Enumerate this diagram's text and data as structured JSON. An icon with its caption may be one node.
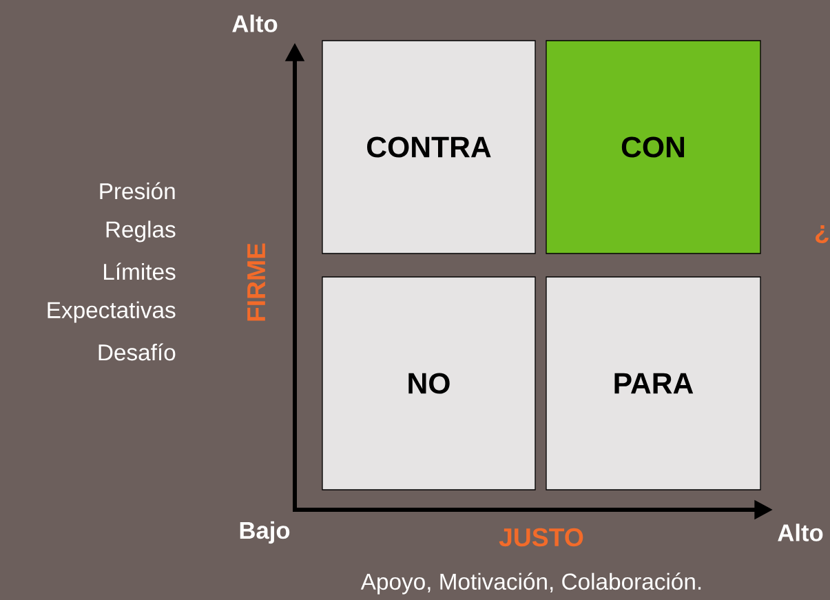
{
  "diagram": {
    "nodes": [
      {
        "text": [
          "CONTRA"
        ]
      },
      {
        "text": [
          "CON"
        ]
      },
      {
        "text": [
          "NO"
        ]
      },
      {
        "text": [
          "PARA"
        ]
      }
    ],
    "labels": [
      "Alto",
      "Presión",
      "Reglas",
      "Límites",
      "Expectativas",
      "Desafío",
      "FIRME",
      "¿",
      "Bajo",
      "JUSTO",
      "Alto",
      "Apoyo, Motivación, Colaboración."
    ]
  }
}
